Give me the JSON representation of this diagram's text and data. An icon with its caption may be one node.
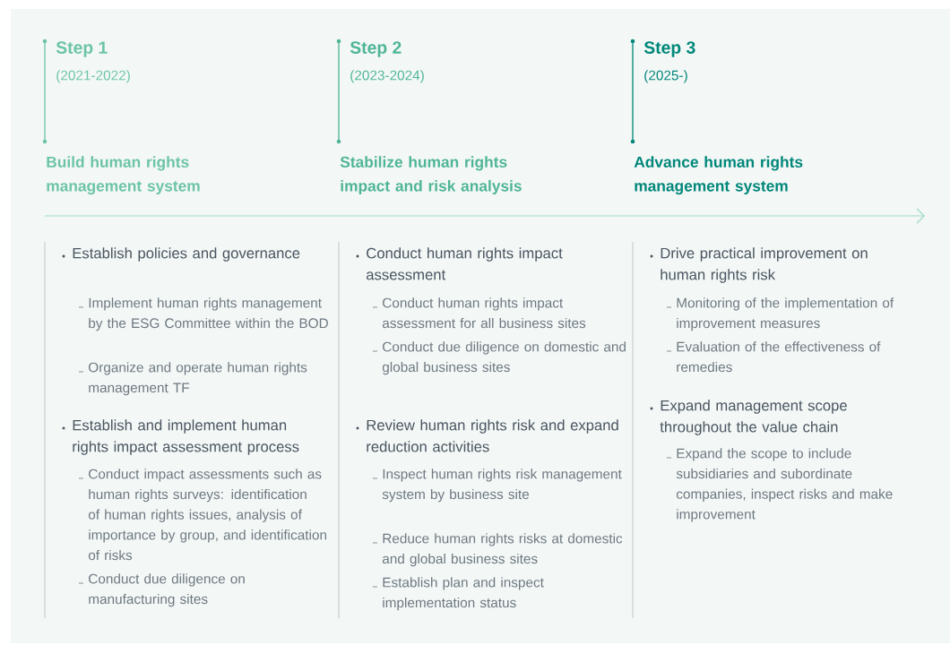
{
  "diagram": {
    "labels": [
      "Step 1",
      "(2021-2022)",
      "Build human rights management system",
      "Step 2",
      "(2023-2024)",
      "Stabilize human rights impact and risk analysis",
      "Step 3",
      "(2025-)",
      "Advance human rights management system",
      "Establish policies and governance",
      "Implement human rights management by the ESG Committee within the BOD",
      "Organize and operate human rights management TF",
      "Establish and implement human rights impact assessment process",
      "Conduct impact assessments such as human rights surveys: identification of human rights issues, analysis of importance by group, and identification of risks",
      "Conduct due diligence on manufacturing sites",
      "Conduct human rights impact assessment",
      "Conduct human rights impact assessment for all business sites",
      "Conduct due diligence on domestic and global business sites",
      "Review human rights risk and expand reduction activities",
      "Inspect human rights risk management system by business site",
      "Reduce human rights risks at domestic and global business sites",
      "Establish plan and inspect implementation status",
      "Drive practical improvement on human rights risk",
      "Monitoring of the implementation of improvement measures",
      "Evaluation of the effectiveness of remedies",
      "Expand management scope throughout the value chain",
      "Expand the scope to include subsidiaries and subordinate companies, inspect risks and make improvement"
    ]
  }
}
